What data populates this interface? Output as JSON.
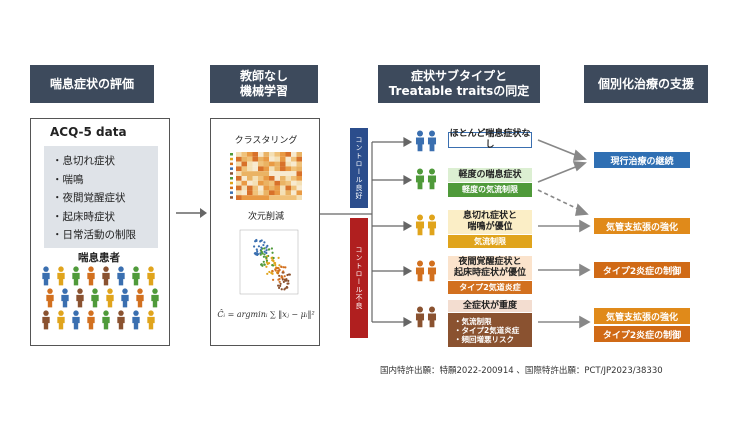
{
  "headers": {
    "h1": "喘息症状の評価",
    "h2_line1": "教師なし",
    "h2_line2": "機械学習",
    "h3_line1": "症状サブタイプと",
    "h3_line2": "Treatable traitsの同定",
    "h4": "個別化治療の支援"
  },
  "assessment": {
    "title": "ACQ-5 data",
    "items": [
      "・息切れ症状",
      "・喘鳴",
      "・夜間覚醒症状",
      "・起床時症状",
      "・日常活動の制限"
    ],
    "patients_label": "喘息患者"
  },
  "ml": {
    "clustering_label": "クラスタリング",
    "dimred_label": "次元削減",
    "formula": "Ĉᵢ = argminᵢ ∑ ‖xⱼ − μᵢ‖²"
  },
  "control_bars": {
    "good": "コントロール良好",
    "poor": "コントロール不良"
  },
  "subtypes": [
    {
      "title": "ほとんど喘息症状なし",
      "features": [],
      "color": "#3a6fb0"
    },
    {
      "title": "軽度の喘息症状",
      "features": [
        "軽度の気流制限"
      ],
      "color": "#4f9a3a"
    },
    {
      "title": "息切れ症状と\n喘鳴が優位",
      "features": [
        "気流制限"
      ],
      "color": "#e0a41c"
    },
    {
      "title": "夜間覚醒症状と\n起床時症状が優位",
      "features": [
        "タイプ2気道炎症"
      ],
      "color": "#d2701f"
    },
    {
      "title": "全症状が重度",
      "features": [
        "・気流制限\n・タイプ2気道炎症\n・頻回増悪リスク"
      ],
      "color": "#8a5230"
    }
  ],
  "treatments": {
    "t1": "現行治療の継続",
    "t2": "気管支拡張の強化",
    "t3": "タイプ2炎症の制御",
    "t4a": "気管支拡張の強化",
    "t4b": "タイプ2炎症の制御"
  },
  "colors": {
    "header": "#3d4a5c",
    "good_bar": "#2b4d8c",
    "poor_bar": "#b01f1f",
    "treat_blue": "#2f6fb3",
    "treat_orange": "#e08a1a",
    "treat_orange_dark": "#d06a16"
  },
  "patent": "国内特許出願：特願2022-200914 、国際特許出願：PCT/JP2023/38330"
}
